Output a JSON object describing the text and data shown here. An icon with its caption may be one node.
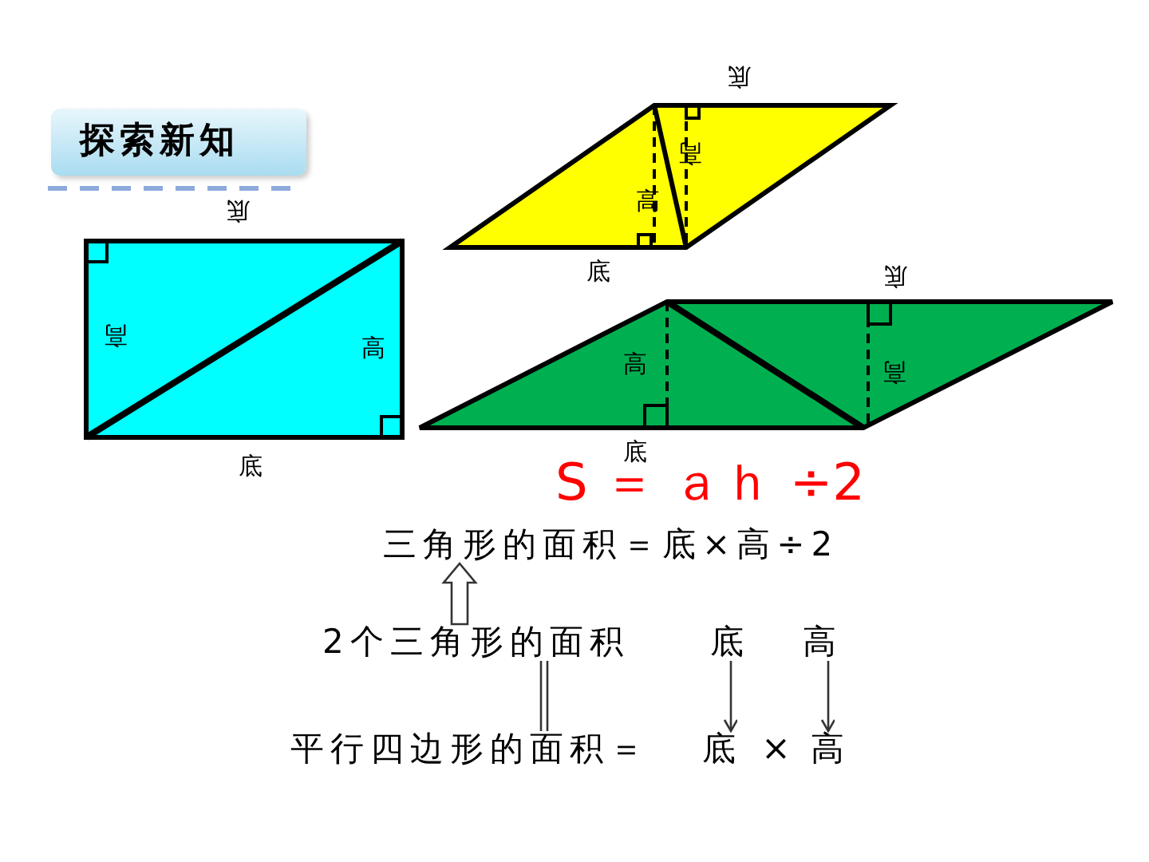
{
  "diagram": {
    "nodes": [
      {
        "text": [
          "探索新知"
        ]
      },
      {
        "text": [
          "三角形的面积＝底×高÷2"
        ]
      },
      {
        "text": [
          "2个三角形的面积"
        ]
      },
      {
        "text": [
          "底"
        ]
      },
      {
        "text": [
          "高"
        ]
      },
      {
        "text": [
          "平行四边形的面积＝"
        ]
      },
      {
        "text": [
          "底"
        ]
      },
      {
        "text": [
          "高"
        ]
      }
    ],
    "edges": [
      {
        "from": 2,
        "to": 1,
        "arrow": "to",
        "style": "thick"
      },
      {
        "from": 2,
        "to": 5,
        "arrow": "none"
      },
      {
        "from": 3,
        "to": 6,
        "arrow": "to"
      },
      {
        "from": 4,
        "to": 7,
        "arrow": "to"
      }
    ],
    "labels": [
      "底",
      "高",
      "高",
      "底",
      "底",
      "底",
      "高",
      "高",
      "高",
      "高",
      "底",
      "底",
      "S ＝ ａｈ ÷2",
      "×"
    ]
  }
}
